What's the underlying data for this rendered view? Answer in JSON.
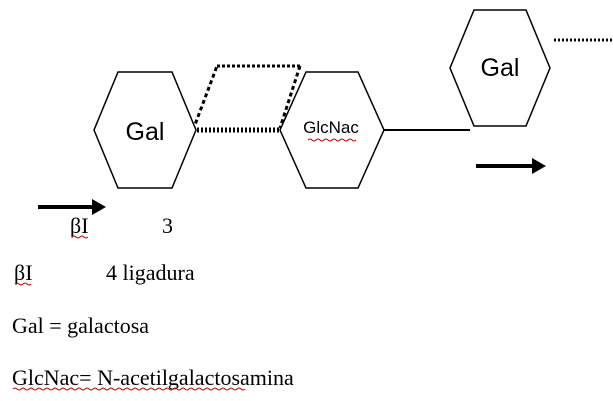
{
  "nodes": {
    "gal_left": {
      "label": "Gal"
    },
    "glcnac": {
      "label": "GlcNac"
    },
    "gal_right": {
      "label": "Gal"
    }
  },
  "annotations": {
    "beta_lower": "βI",
    "position_3": "3",
    "beta_upper": "βI",
    "position_4_label": "4 ligadura"
  },
  "legend": {
    "gal": "Gal = galactosa",
    "glcnac": "GlcNac= N-acetilgalactosamina"
  },
  "colors": {
    "stroke": "#000000",
    "fill": "#ffffff",
    "spellcheck": "#cc0000"
  }
}
